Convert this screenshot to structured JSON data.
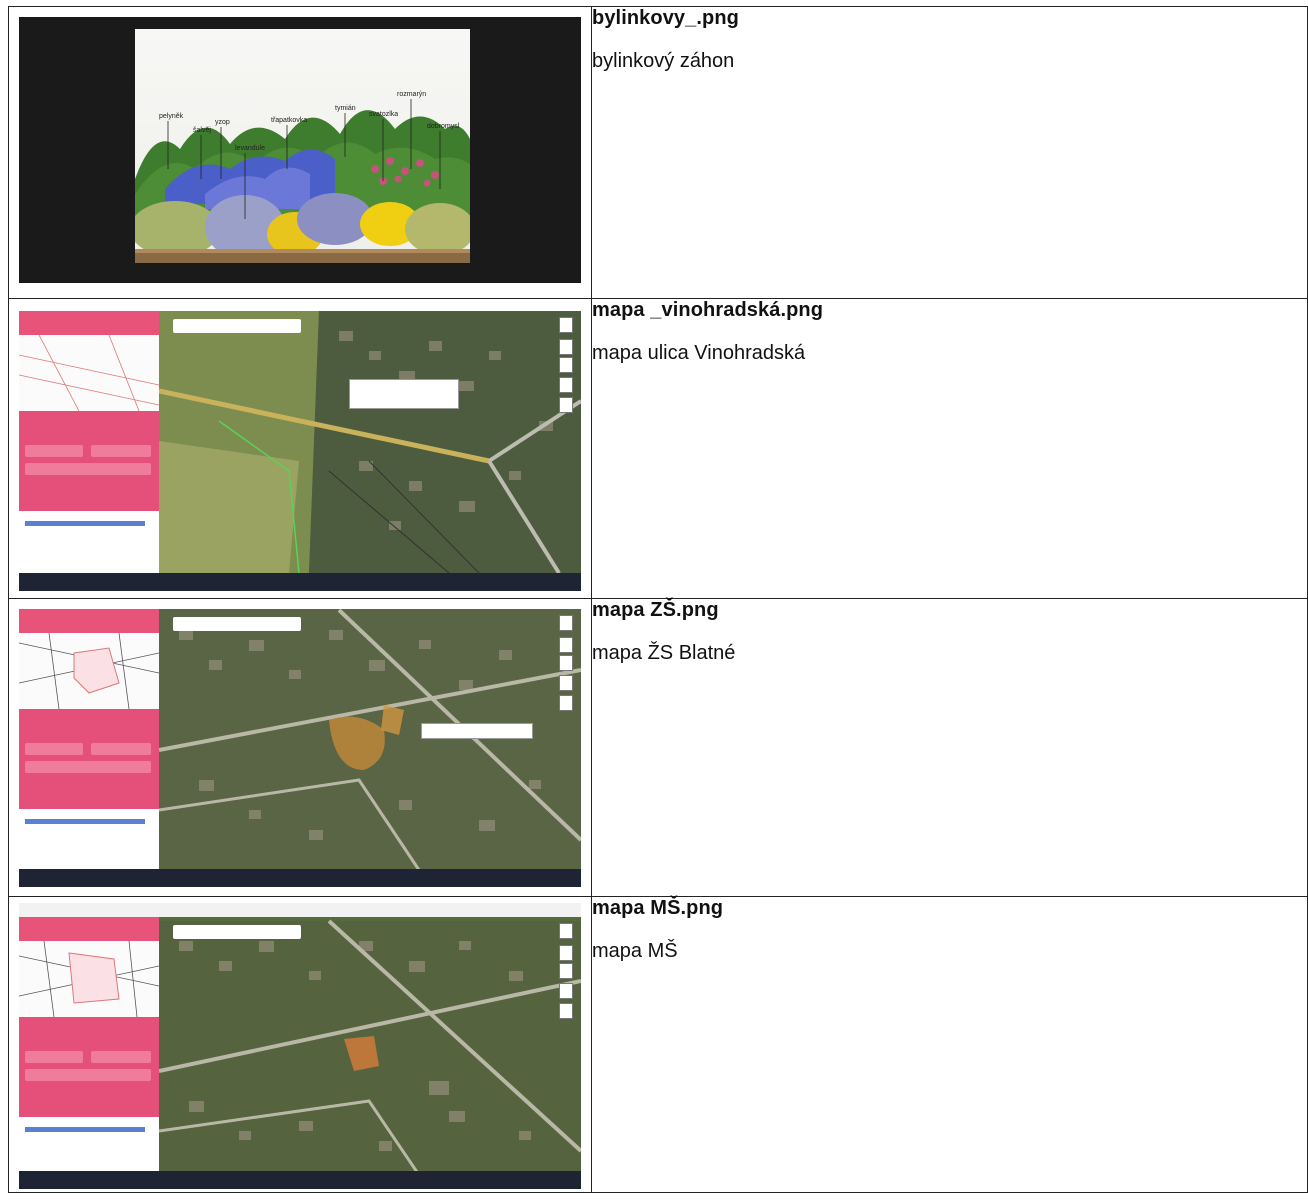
{
  "rows": [
    {
      "filename": "bylinkovy_.png",
      "description": "bylinkový záhon",
      "image_kind": "herb-garden-illustration",
      "plant_labels": [
        "pelyněk",
        "šalvěj",
        "yzop",
        "levandule",
        "třapatkovka",
        "tymián",
        "rozmarýn",
        "svatozlka",
        "dobromysl"
      ]
    },
    {
      "filename": "mapa _vinohradská.png",
      "description": "mapa ulica Vinohradská",
      "image_kind": "map-screenshot"
    },
    {
      "filename": "mapa ZŠ.png",
      "description": "mapa ŽS Blatné",
      "image_kind": "map-screenshot"
    },
    {
      "filename": "mapa MŠ.png",
      "description": "mapa MŠ",
      "image_kind": "map-screenshot"
    }
  ],
  "colors": {
    "accent_pink": "#e5507a",
    "taskbar": "#1e2433",
    "border": "#222222"
  }
}
